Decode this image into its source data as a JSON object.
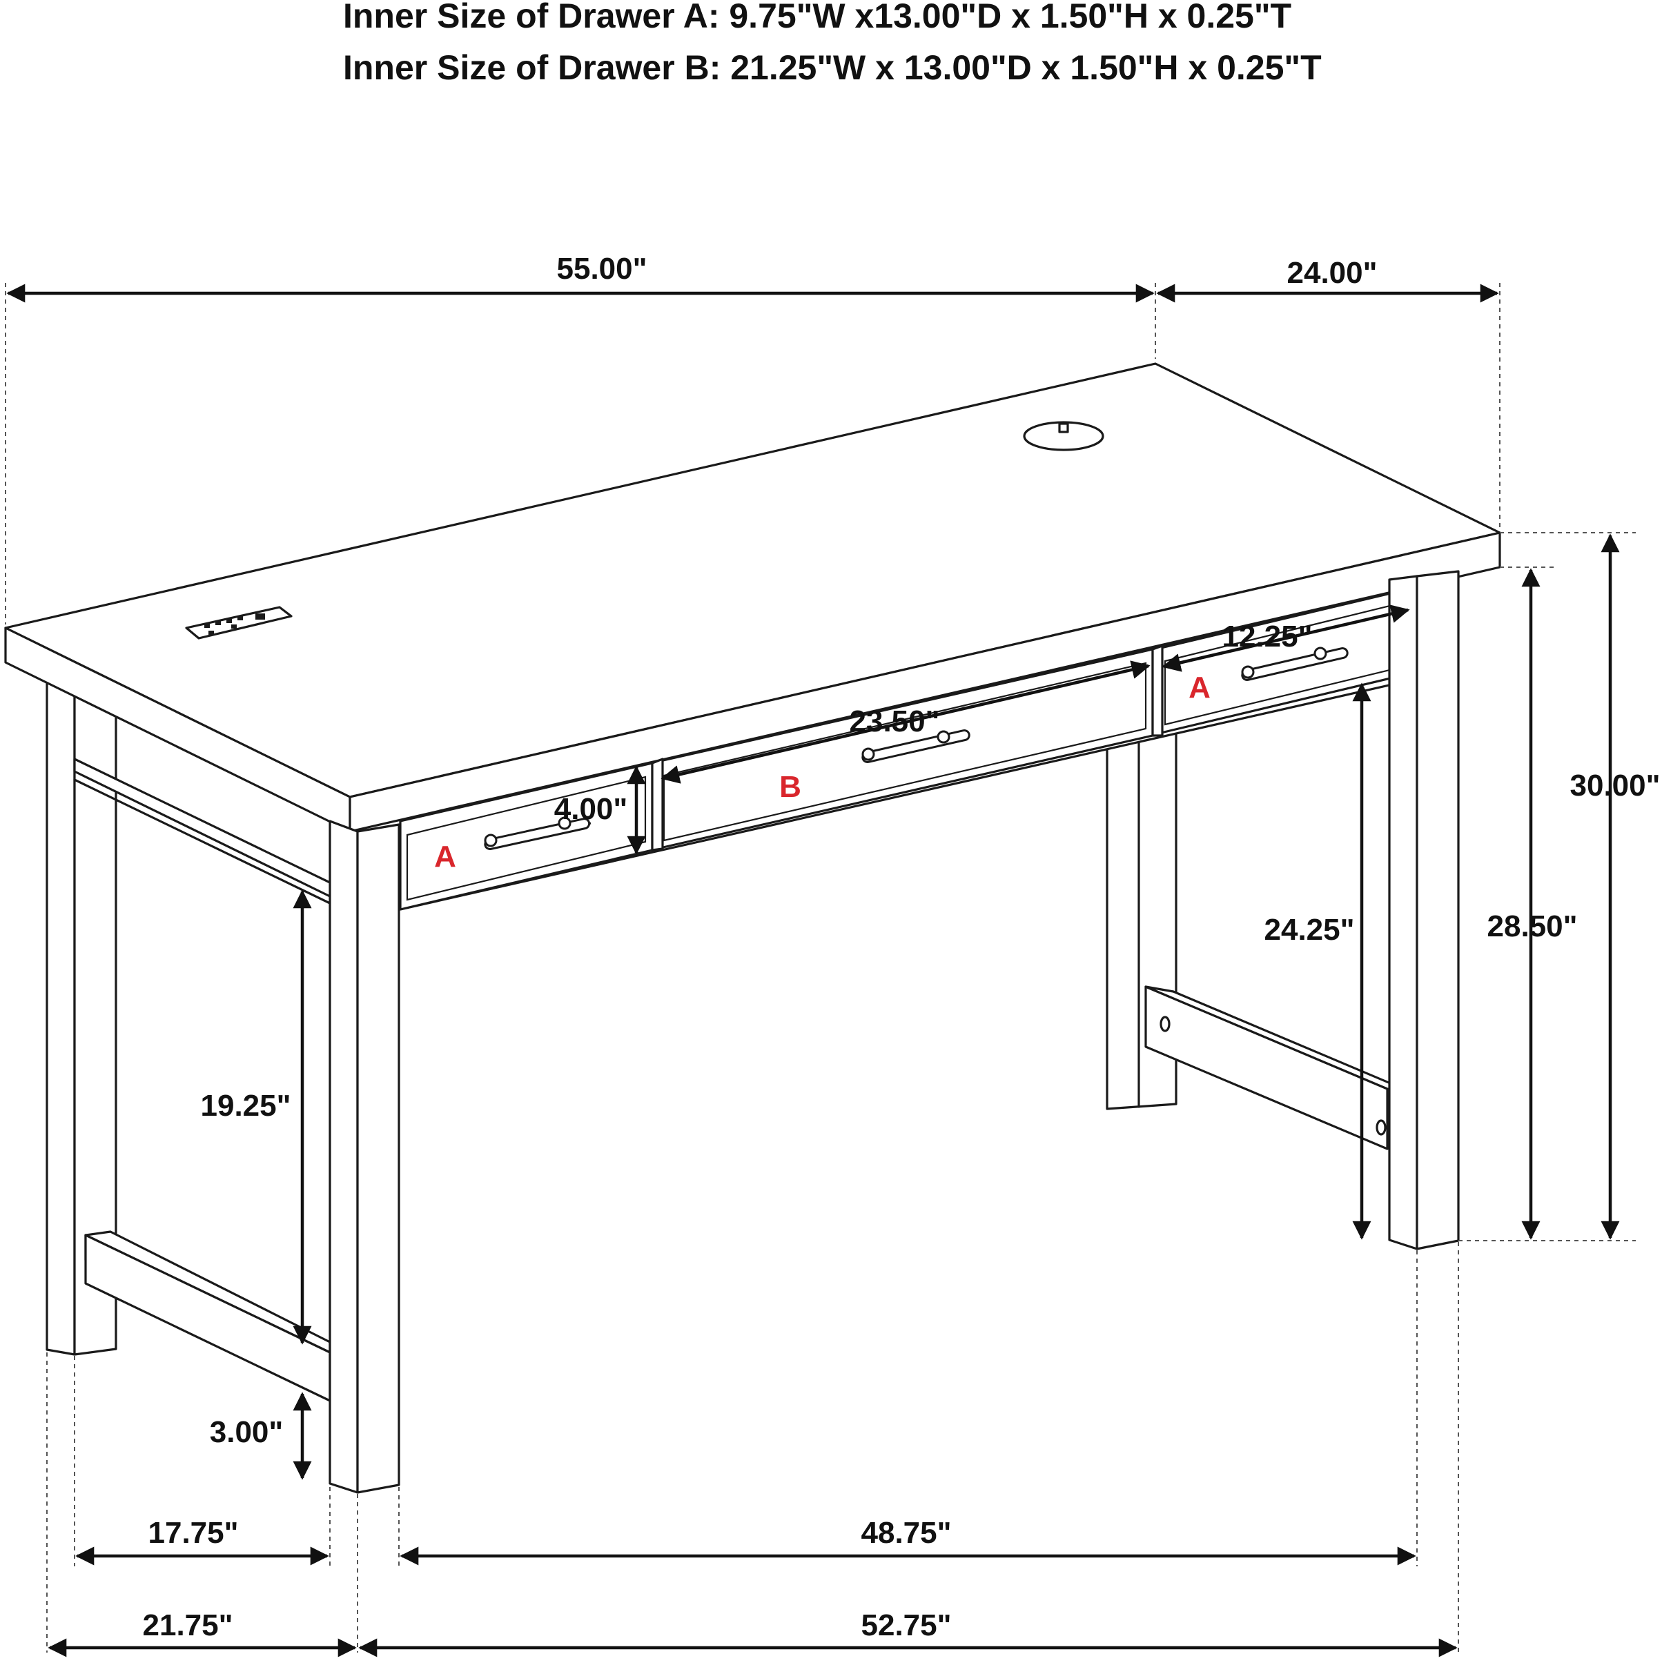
{
  "header": {
    "drawer_a": "Inner Size of Drawer A: 9.75\"W x13.00\"D x 1.50\"H x 0.25\"T",
    "drawer_b": "Inner Size of Drawer B: 21.25\"W x 13.00\"D x 1.50\"H x 0.25\"T"
  },
  "dimensions": {
    "overall_width": "55.00\"",
    "overall_depth": "24.00\"",
    "overall_height": "30.00\"",
    "height_to_apron": "28.50\"",
    "knee_clearance": "24.25\"",
    "side_opening_height": "19.25\"",
    "stretcher_height": "3.00\"",
    "side_inner_width": "17.75\"",
    "side_outer_width": "21.75\"",
    "front_inner_width": "48.75\"",
    "front_outer_width": "52.75\"",
    "drawer_b_width": "23.50\"",
    "drawer_a_width": "12.25\"",
    "drawer_height": "4.00\""
  },
  "drawers": {
    "left_label": "A",
    "center_label": "B",
    "right_label": "A"
  },
  "colors": {
    "line": "#1a1a1a",
    "drawer_label": "#d9262c"
  }
}
